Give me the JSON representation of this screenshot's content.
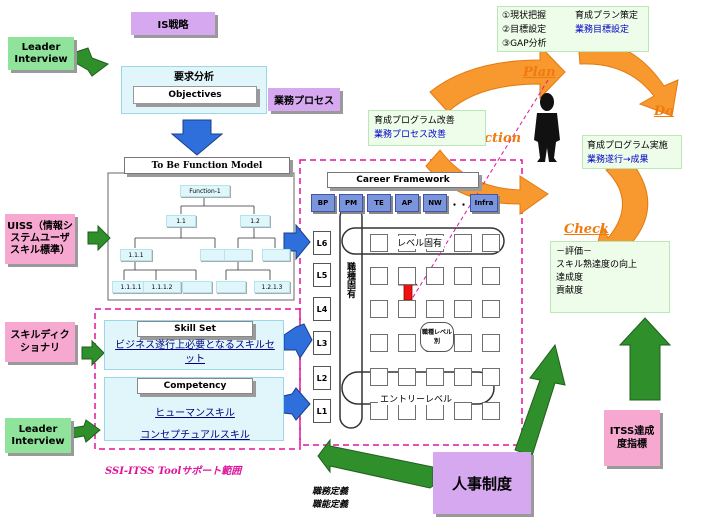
{
  "is_strategy": "IS戦略",
  "leader_interview_1": "Leader Interview",
  "requirements_analysis": "要求分析",
  "objectives": "Objectives",
  "business_process": "業務プロセス",
  "to_be_model": {
    "title": "To Be Function Model",
    "root": "Function-1",
    "n1": "1.1",
    "n2": "1.2",
    "n11": "1.1.1",
    "n111": "1.1.1.1",
    "n112": "1.1.1.2",
    "n1213": "1.2.1.3"
  },
  "uiss": "UISS（情報システムユーザスキル標準）",
  "skill_dictionary": "スキルディクショナリ",
  "leader_interview_2": "Leader Interview",
  "skill_set": {
    "title": "Skill Set",
    "desc": "ビジネス遂行上必要となるスキルセット"
  },
  "competency": {
    "title": "Competency",
    "human": "ヒューマンスキル",
    "conceptual": "コンセプチュアルスキル"
  },
  "ssi_scope": "SSI-ITSS Toolサポート範囲",
  "career_framework": {
    "title": "Career Framework",
    "roles": [
      "BP",
      "PM",
      "TE",
      "AP",
      "NW",
      "Infra"
    ],
    "ellipsis": "・・・",
    "levels": [
      "L6",
      "L5",
      "L4",
      "L3",
      "L2",
      "L1"
    ],
    "level_specific": "レベル固有",
    "job_specific": "職種固有",
    "cross_level": "職種レベル別",
    "entry_level": "エントリーレベル"
  },
  "pdca": {
    "plan": "Plan",
    "do": "Do",
    "check": "Check",
    "action": "Action",
    "plan_items": [
      "①現状把握",
      "②目標設定",
      "③GAP分析"
    ],
    "plan_make": "育成プラン策定",
    "plan_goal": "業務目標設定",
    "action_1": "育成プログラム改善",
    "action_2": "業務プロセス改善",
    "do_1": "育成プログラム実施",
    "do_2": "業務遂行→成果",
    "check_title": "－評価－",
    "check_items": [
      "スキル熟達度の向上",
      "達成度",
      "貢献度"
    ]
  },
  "itss_box": "ITSS達成度指標",
  "hr_system": "人事制度",
  "job_def_1": "職務定義",
  "job_def_2": "職能定義"
}
